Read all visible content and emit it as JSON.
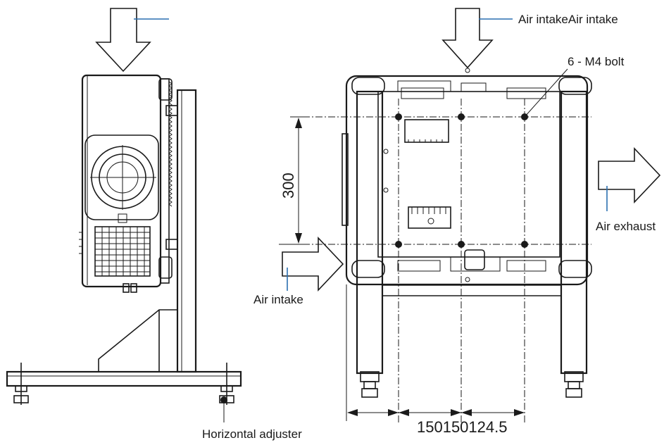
{
  "labels": {
    "air_intake_top_right": "Air intakeAir intake",
    "bolt": "6 - M4 bolt",
    "air_exhaust": "Air exhaust",
    "air_intake_left": "Air intake",
    "horizontal_adjuster": "Horizontal adjuster"
  },
  "dimensions": {
    "vertical": "300",
    "horizontal": "150150124.5"
  },
  "colors": {
    "line": "#1a1a1a",
    "leader": "#2a6fb0"
  },
  "icons": [
    "arrow-down-icon",
    "arrow-right-icon",
    "bolt-hole-icon",
    "lens-icon",
    "adjuster-foot-icon"
  ]
}
